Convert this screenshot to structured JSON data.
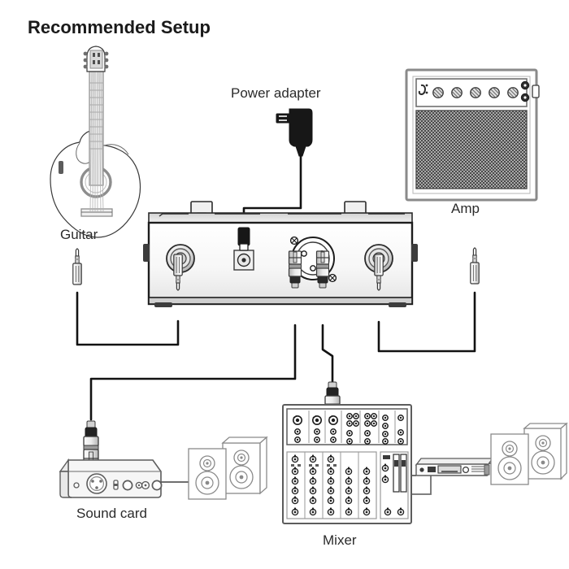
{
  "diagram": {
    "title": "Recommended Setup",
    "background_color": "#ffffff",
    "line_color": "#2b2b2b",
    "cable_color": "#121212",
    "accent_dark": "#171717"
  },
  "labels": {
    "guitar": "Guitar",
    "power_adapter": "Power adapter",
    "amp": "Amp",
    "sound_card": "Sound card",
    "mixer": "Mixer"
  },
  "devices": [
    {
      "id": "guitar",
      "label": "Guitar",
      "icon": "acoustic-guitar-icon",
      "description": "Acoustic guitar with cutaway body, 6 strings, sound hole and headstock tuners"
    },
    {
      "id": "power-adapter",
      "label": "Power adapter",
      "icon": "power-adapter-icon",
      "description": "Black wall-wart power supply with AC prongs and DC barrel plug"
    },
    {
      "id": "amp",
      "label": "Amp",
      "icon": "guitar-amp-icon",
      "description": "Combo amplifier: control panel with 5 knobs, 2 jacks, power switch, and a dotted speaker grille"
    },
    {
      "id": "pedal",
      "label": "",
      "icon": "effect-pedal-icon",
      "description": "Central preamp / DI pedal: two footswitches on top, DC input jack, XLR output, two 1/4 inch jacks on the side panels and four plugs inserted along the bottom edge"
    },
    {
      "id": "sound-card",
      "label": "Sound card",
      "icon": "audio-interface-icon",
      "description": "Desktop audio interface with XLR combo input, LED, level slider, two knobs and two 1/4 inch jacks"
    },
    {
      "id": "monitor-speakers-left",
      "label": "",
      "icon": "studio-monitor-pair-icon",
      "description": "Pair of studio monitor speakers connected to the sound card"
    },
    {
      "id": "mixer",
      "label": "Mixer",
      "icon": "audio-mixer-icon",
      "description": "5 channel analog mixer: three XLR combo inputs and RCA jacks on the top panel, channel strips with knobs and two master faders"
    },
    {
      "id": "power-amp",
      "label": "",
      "icon": "rack-power-amp-icon",
      "description": "Rack mounted power amplifier fed from the mixer output"
    },
    {
      "id": "monitor-speakers-right",
      "label": "",
      "icon": "studio-monitor-pair-icon",
      "description": "Pair of speakers connected to the rack power amplifier"
    }
  ],
  "connections": [
    {
      "id": "guitar-to-pedal-input",
      "from": "guitar",
      "to": "pedal",
      "connector": "1/4-inch-ts-plug"
    },
    {
      "id": "adapter-to-pedal-dc",
      "from": "power-adapter",
      "to": "pedal",
      "connector": "dc-barrel-plug"
    },
    {
      "id": "pedal-to-amp",
      "from": "pedal",
      "to": "amp",
      "connector": "1/4-inch-ts-plug"
    },
    {
      "id": "pedal-to-sound-card",
      "from": "pedal",
      "to": "sound-card",
      "connector": "xlr-plug"
    },
    {
      "id": "pedal-to-mixer",
      "from": "pedal",
      "to": "mixer",
      "connector": "xlr-plug"
    },
    {
      "id": "sound-card-to-speakers",
      "from": "sound-card",
      "to": "monitor-speakers-left",
      "connector": "line-cable"
    },
    {
      "id": "mixer-to-power-amp",
      "from": "mixer",
      "to": "power-amp",
      "connector": "line-cable"
    },
    {
      "id": "power-amp-to-speakers",
      "from": "power-amp",
      "to": "monitor-speakers-right",
      "connector": "speaker-cable"
    }
  ]
}
